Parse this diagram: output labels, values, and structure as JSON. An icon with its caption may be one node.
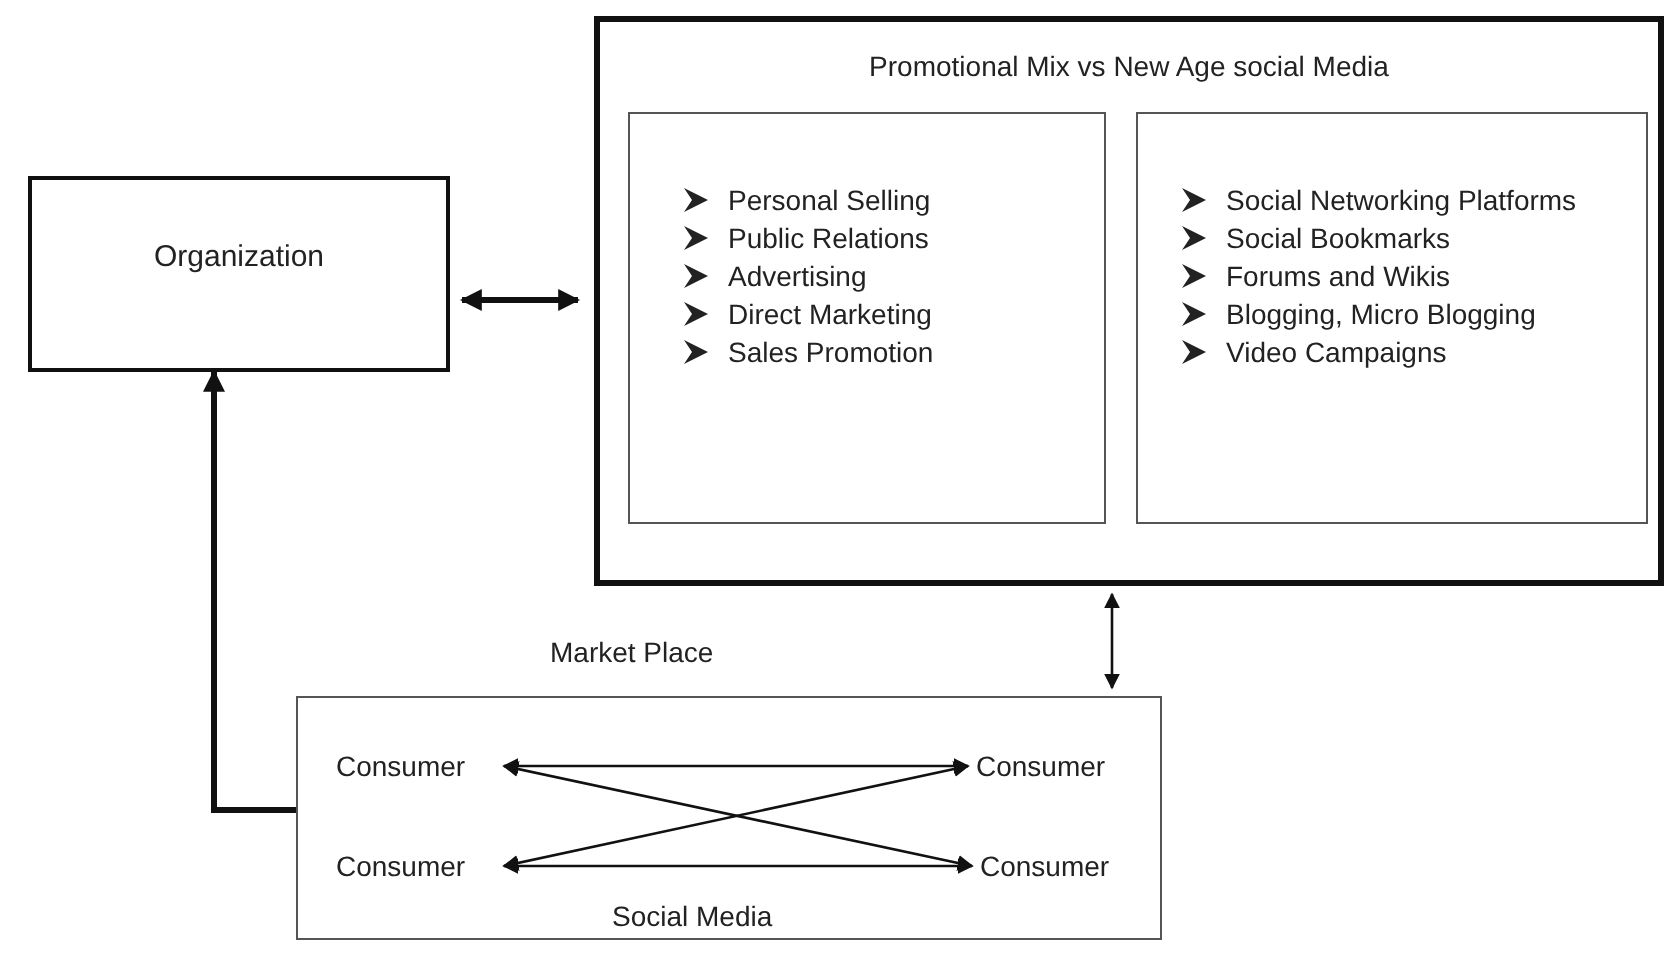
{
  "diagram": {
    "nodes": [
      {
        "text": [
          "Organization"
        ]
      },
      {
        "text": [
          "Promotional Mix vs New Age social Media"
        ]
      },
      {
        "text": [
          "Personal Selling",
          "Public Relations",
          "Advertising",
          "Direct Marketing",
          "Sales Promotion"
        ],
        "in": 1
      },
      {
        "text": [
          "Social Networking Platforms",
          "Social Bookmarks",
          "Forums and Wikis",
          "Blogging, Micro Blogging",
          "Video Campaigns"
        ],
        "in": 1
      },
      {
        "text": [
          "Market Place",
          "Social Media"
        ]
      },
      {
        "text": [
          "Consumer"
        ],
        "in": 4
      },
      {
        "text": [
          "Consumer"
        ],
        "in": 4
      },
      {
        "text": [
          "Consumer"
        ],
        "in": 4
      },
      {
        "text": [
          "Consumer"
        ],
        "in": 4
      }
    ],
    "edges": [
      {
        "from": 0,
        "to": 1,
        "arrow": "both",
        "style": "thick"
      },
      {
        "from": 1,
        "to": 4,
        "arrow": "both"
      },
      {
        "from": 4,
        "to": 0,
        "arrow": "to",
        "style": "thick"
      },
      {
        "from": 5,
        "to": 6,
        "arrow": "both"
      },
      {
        "from": 5,
        "to": 8,
        "arrow": "both"
      },
      {
        "from": 7,
        "to": 6,
        "arrow": "both"
      },
      {
        "from": 7,
        "to": 8,
        "arrow": "both"
      }
    ]
  }
}
